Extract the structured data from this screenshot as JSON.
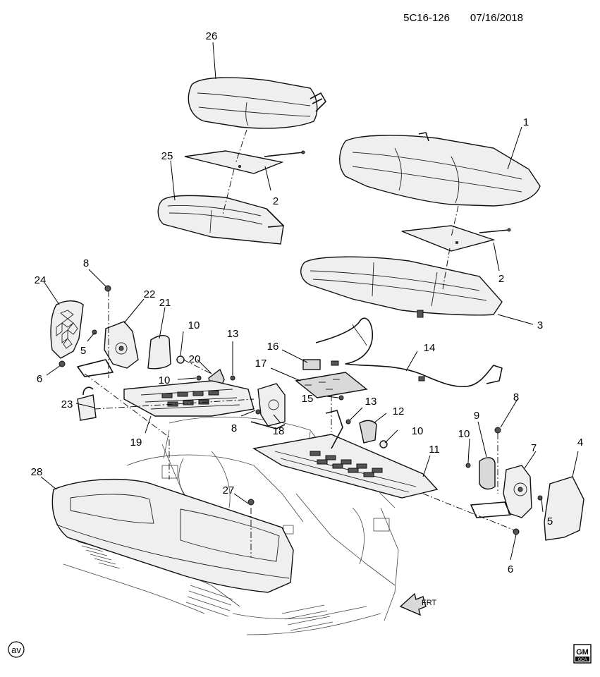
{
  "header": {
    "diagram_code": "5C16-126",
    "date": "07/16/2018"
  },
  "callouts": {
    "c1": "1",
    "c2a": "2",
    "c2b": "2",
    "c3": "3",
    "c4": "4",
    "c5a": "5",
    "c5b": "5",
    "c6a": "6",
    "c6b": "6",
    "c7": "7",
    "c8a": "8",
    "c8b": "8",
    "c8c": "8",
    "c9": "9",
    "c10a": "10",
    "c10b": "10",
    "c10c": "10",
    "c10d": "10",
    "c11": "11",
    "c12": "12",
    "c13a": "13",
    "c13b": "13",
    "c14": "14",
    "c15": "15",
    "c16": "16",
    "c17": "17",
    "c18": "18",
    "c19": "19",
    "c20": "20",
    "c21": "21",
    "c22": "22",
    "c23": "23",
    "c24": "24",
    "c25": "25",
    "c26": "26",
    "c27": "27",
    "c28": "28"
  },
  "front_arrow_label": "FRT",
  "corner_badge": "av",
  "logo": {
    "top": "GM",
    "bottom": "GCA"
  }
}
